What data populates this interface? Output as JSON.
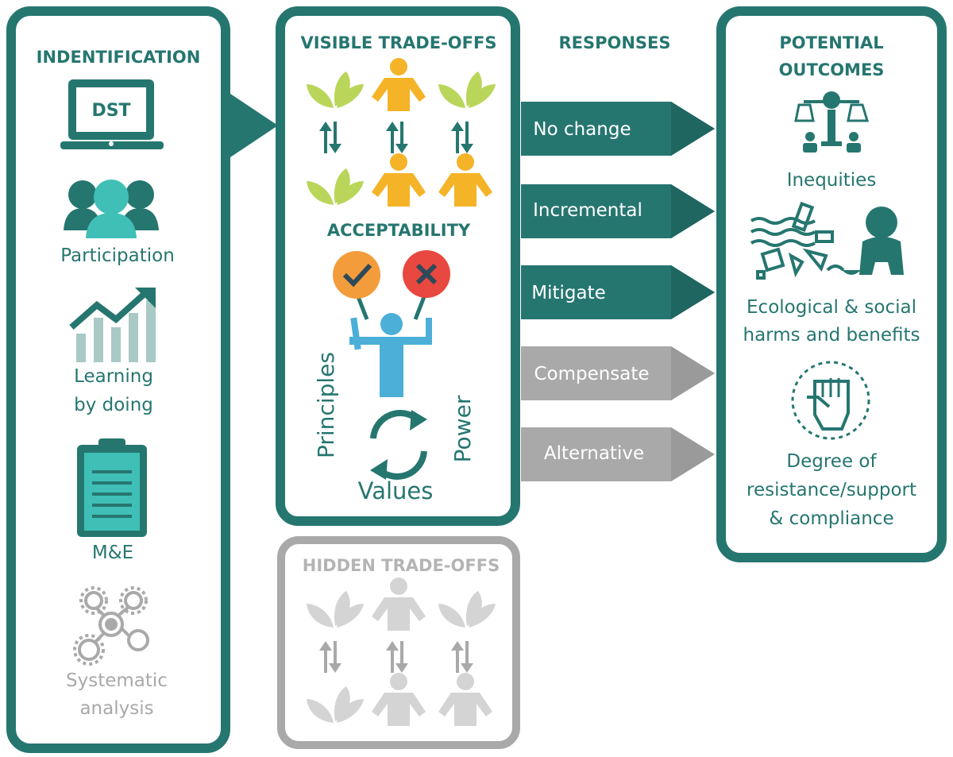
{
  "colors": {
    "teal": "#267670",
    "light_teal": "#3fbfb6",
    "leaf_green": "#b9d65a",
    "person_yellow": "#f5b328",
    "grey": "#a9a9a9",
    "light_grey": "#d4d4d4",
    "check_orange": "#f39c3c",
    "cross_red": "#e8483f",
    "figure_blue": "#4bafd8"
  },
  "identification": {
    "title": "INDENTIFICATION",
    "laptop_label": "DST",
    "items": [
      "Participation",
      "Learning",
      "by doing",
      "M&E",
      "Systematic",
      "analysis"
    ]
  },
  "visible": {
    "title": "VISIBLE TRADE-OFFS",
    "acceptability": "ACCEPTABILITY",
    "principles": "Principles",
    "power": "Power",
    "values": "Values"
  },
  "hidden": {
    "title": "HIDDEN TRADE-OFFS"
  },
  "responses": {
    "title": "RESPONSES",
    "items": [
      {
        "label": "No change",
        "active": true
      },
      {
        "label": "Incremental",
        "active": true
      },
      {
        "label": "Mitigate",
        "active": true
      },
      {
        "label": "Compensate",
        "active": false
      },
      {
        "label": "Alternative",
        "active": false
      }
    ]
  },
  "outcomes": {
    "title_line1": "POTENTIAL",
    "title_line2": "OUTCOMES",
    "inequities": "Inequities",
    "harms_line1": "Ecological & social",
    "harms_line2": "harms and benefits",
    "resist_line1": "Degree of",
    "resist_line2": "resistance/support",
    "resist_line3": "& compliance"
  }
}
